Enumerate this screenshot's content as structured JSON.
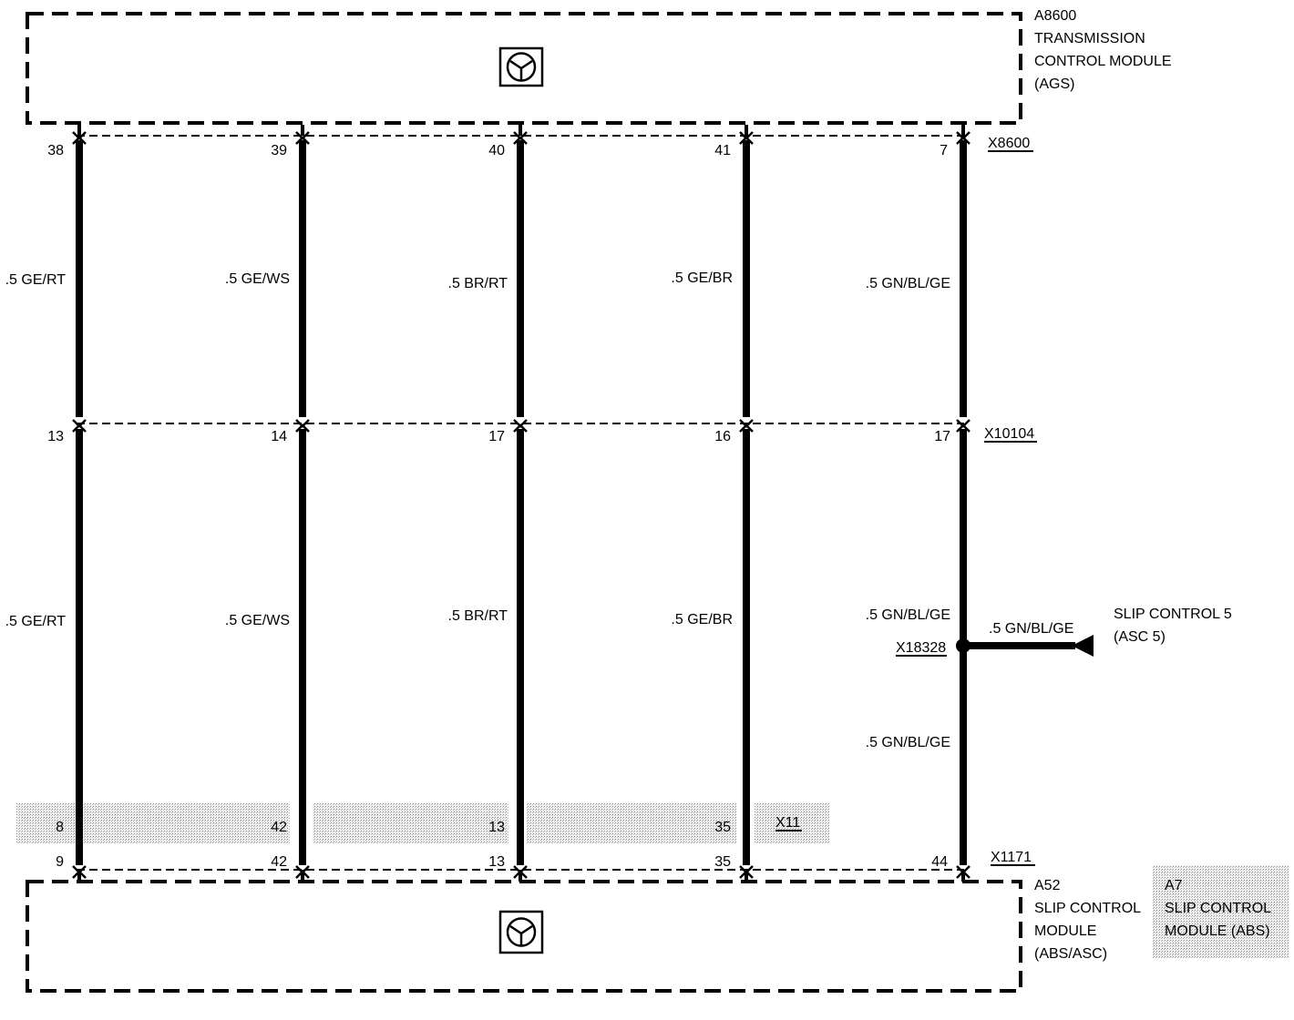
{
  "modules": {
    "top": {
      "id": "A8600",
      "line1": "TRANSMISSION",
      "line2": "CONTROL MODULE",
      "line3": "(AGS)"
    },
    "bottom": {
      "id": "A52",
      "line1": "SLIP CONTROL",
      "line2": "MODULE",
      "line3": "(ABS/ASC)"
    },
    "alt": {
      "id": "A7",
      "line1": "SLIP CONTROL",
      "line2": "MODULE (ABS)"
    }
  },
  "connectors": {
    "top": "X8600",
    "middle": "X10104",
    "alt": "X11",
    "bottom": "X1171",
    "splice": "X18328"
  },
  "wires": [
    {
      "pin_top": "38",
      "color_upper": ".5 GE/RT",
      "pin_mid": "13",
      "color_lower": ".5 GE/RT",
      "pin_alt": "8",
      "pin_bottom": "9"
    },
    {
      "pin_top": "39",
      "color_upper": ".5 GE/WS",
      "pin_mid": "14",
      "color_lower": ".5 GE/WS",
      "pin_alt": "42",
      "pin_bottom": "42"
    },
    {
      "pin_top": "40",
      "color_upper": ".5 BR/RT",
      "pin_mid": "17",
      "color_lower": ".5 BR/RT",
      "pin_alt": "13",
      "pin_bottom": "13"
    },
    {
      "pin_top": "41",
      "color_upper": ".5 GE/BR",
      "pin_mid": "16",
      "color_lower": ".5 GE/BR",
      "pin_alt": "35",
      "pin_bottom": "35"
    },
    {
      "pin_top": "7",
      "color_upper": ".5 GN/BL/GE",
      "pin_mid": "17",
      "color_lower_a": ".5 GN/BL/GE",
      "color_lower_b": ".5 GN/BL/GE",
      "pin_bottom": "44"
    }
  ],
  "branch": {
    "color": ".5 GN/BL/GE",
    "dest_line1": "SLIP CONTROL 5",
    "dest_line2": "(ASC 5)"
  },
  "icons": {
    "module": "control-module-symbol-icon",
    "arrow": "arrow-left-icon",
    "splice": "splice-dot-icon"
  }
}
